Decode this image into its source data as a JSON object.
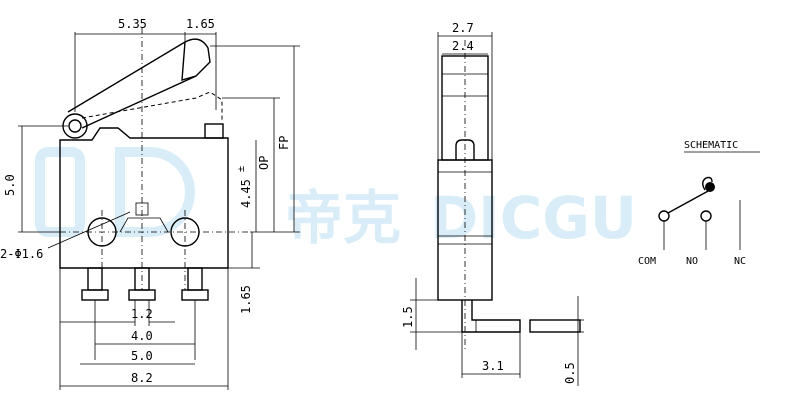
{
  "watermark": {
    "brand_cn": "帝克",
    "brand_en": "DICGU",
    "color": "#d9edf8"
  },
  "front_view": {
    "dim_top_left": "5.35",
    "dim_top_right": "1.65",
    "dim_left_height": "5.0",
    "dim_op_value": "4.45",
    "dim_op_tol": "±",
    "label_op": "OP",
    "label_fp": "FP",
    "dim_hole": "2-Φ1.6",
    "dim_terminal_len": "1.65",
    "dim_pin_width": "1.2",
    "dim_spacing_a": "4.0",
    "dim_spacing_b": "5.0",
    "dim_overall": "8.2"
  },
  "side_view": {
    "dim_top_outer": "2.7",
    "dim_top_inner": "2.4",
    "dim_left": "1.5",
    "dim_bottom": "3.1",
    "dim_right": "0.5"
  },
  "schematic": {
    "title": "SCHEMATIC",
    "com_label": "COM",
    "no_label": "NO",
    "nc_label": "NC"
  }
}
